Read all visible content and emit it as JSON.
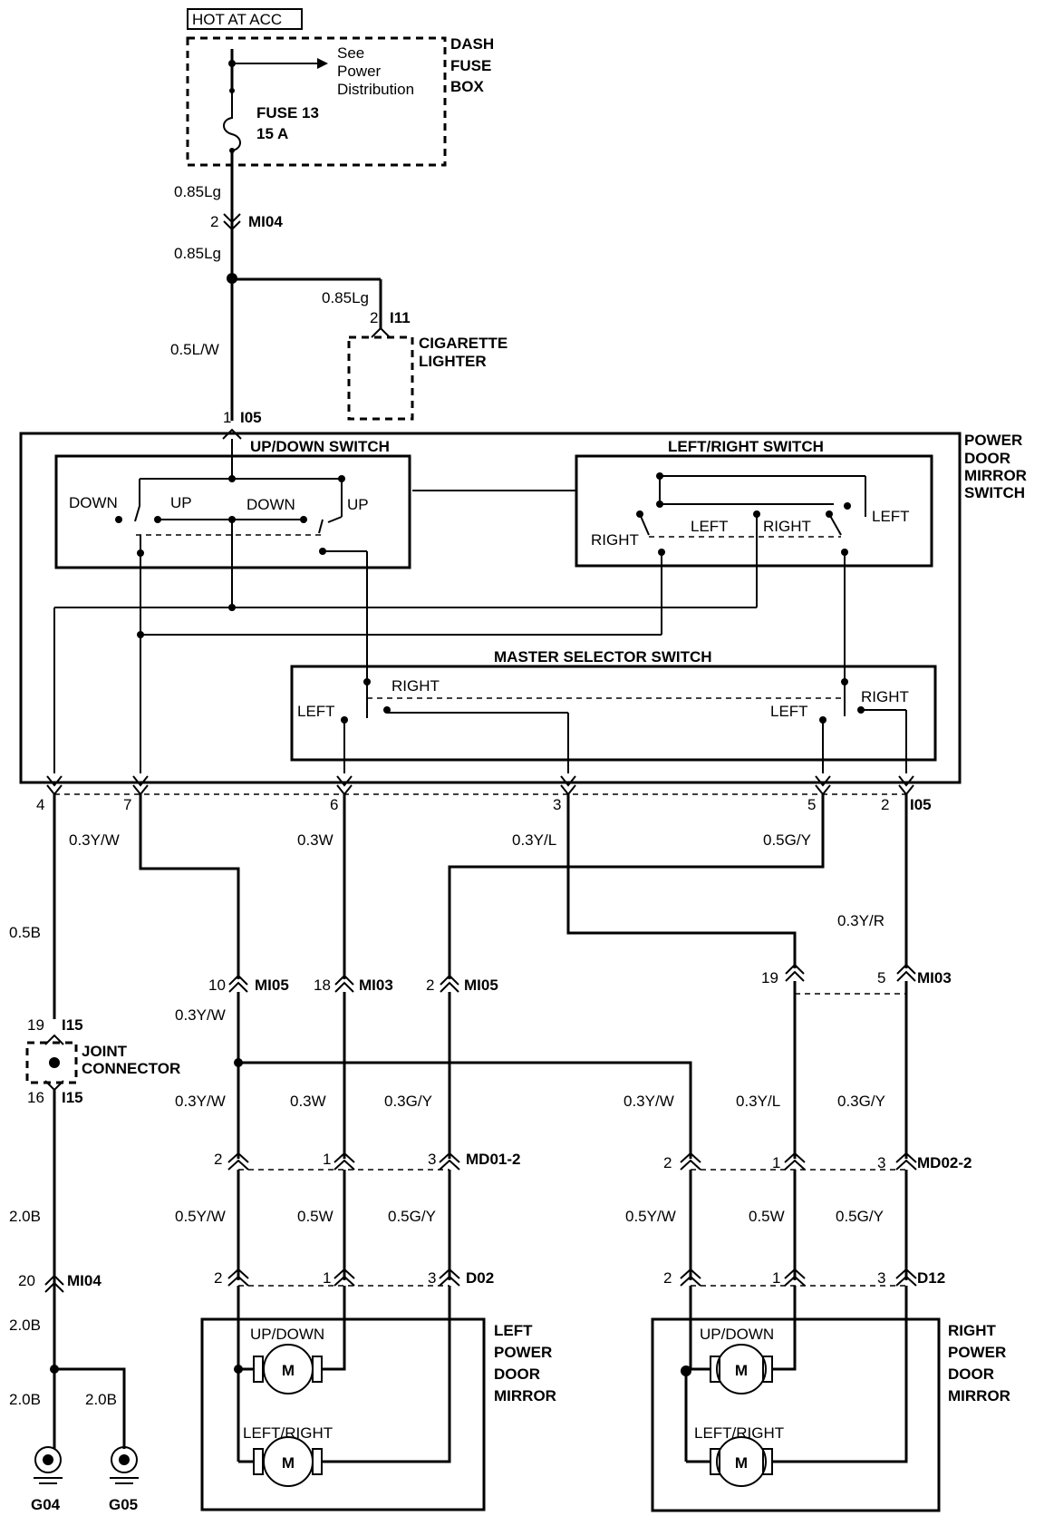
{
  "fuse_box": {
    "hot": "HOT AT ACC",
    "see": "See",
    "power": "Power",
    "distribution": "Distribution",
    "fuse": "FUSE 13",
    "amps": "15 A",
    "dash": "DASH",
    "fuse_word": "FUSE",
    "box": "BOX"
  },
  "wires": {
    "w1": "0.85Lg",
    "w2": "0.85Lg",
    "w3": "0.85Lg",
    "w4": "0.5L/W",
    "w5": "0.3Y/W",
    "w6": "0.3W",
    "w7": "0.3Y/L",
    "w8": "0.5G/Y",
    "w9": "0.5B",
    "w10": "0.3Y/R",
    "w11": "0.3Y/W",
    "w12": "0.3Y/W",
    "w13": "0.3W",
    "w14": "0.3G/Y",
    "w15": "0.3Y/W",
    "w16": "0.3Y/L",
    "w17": "0.3G/Y",
    "w18": "2.0B",
    "w19": "0.5Y/W",
    "w20": "0.5W",
    "w21": "0.5G/Y",
    "w22": "0.5Y/W",
    "w23": "0.5W",
    "w24": "0.5G/Y",
    "w25": "2.0B",
    "w26": "2.0B",
    "w27": "2.0B"
  },
  "connectors": {
    "mi04a": "MI04",
    "mi04a_pin": "2",
    "i11": "I11",
    "i11_pin": "2",
    "i05a": "I05",
    "i05a_pin": "1",
    "i05b": "I05",
    "p4": "4",
    "p7": "7",
    "p6": "6",
    "p3": "3",
    "p5": "5",
    "p2": "2",
    "mi05a": "MI05",
    "mi05a_pin": "10",
    "mi03a": "MI03",
    "mi03a_pin": "18",
    "mi05b": "MI05",
    "mi05b_pin": "2",
    "mi03b_p19": "19",
    "mi03b_p5": "5",
    "mi03b": "MI03",
    "i15a": "I15",
    "i15a_pin": "19",
    "i15b": "I15",
    "i15b_pin": "16",
    "md01": "MD01-2",
    "md01_p2": "2",
    "md01_p1": "1",
    "md01_p3": "3",
    "md02": "MD02-2",
    "md02_p2": "2",
    "md02_p1": "1",
    "md02_p3": "3",
    "d02": "D02",
    "d02_p2": "2",
    "d02_p1": "1",
    "d02_p3": "3",
    "d12": "D12",
    "d12_p2": "2",
    "d12_p1": "1",
    "d12_p3": "3",
    "mi04b": "MI04",
    "mi04b_pin": "20"
  },
  "components": {
    "cig1": "CIGARETTE",
    "cig2": "LIGHTER",
    "sw1": "POWER",
    "sw2": "DOOR",
    "sw3": "MIRROR",
    "sw4": "SWITCH",
    "updown": "UP/DOWN SWITCH",
    "leftright": "LEFT/RIGHT SWITCH",
    "master": "MASTER SELECTOR SWITCH",
    "down1": "DOWN",
    "up1": "UP",
    "down2": "DOWN",
    "up2": "UP",
    "right1": "RIGHT",
    "left1": "LEFT",
    "right2": "RIGHT",
    "left2": "LEFT",
    "m_right1": "RIGHT",
    "m_left1": "LEFT",
    "m_right2": "RIGHT",
    "m_left2": "LEFT",
    "joint1": "JOINT",
    "joint2": "CONNECTOR",
    "lm1": "LEFT",
    "lm2": "POWER",
    "lm3": "DOOR",
    "lm4": "MIRROR",
    "rm1": "RIGHT",
    "rm2": "POWER",
    "rm3": "DOOR",
    "rm4": "MIRROR",
    "ud_l": "UP/DOWN",
    "lr_l": "LEFT/RIGHT",
    "ud_r": "UP/DOWN",
    "lr_r": "LEFT/RIGHT",
    "m": "M",
    "g04": "G04",
    "g05": "G05"
  }
}
